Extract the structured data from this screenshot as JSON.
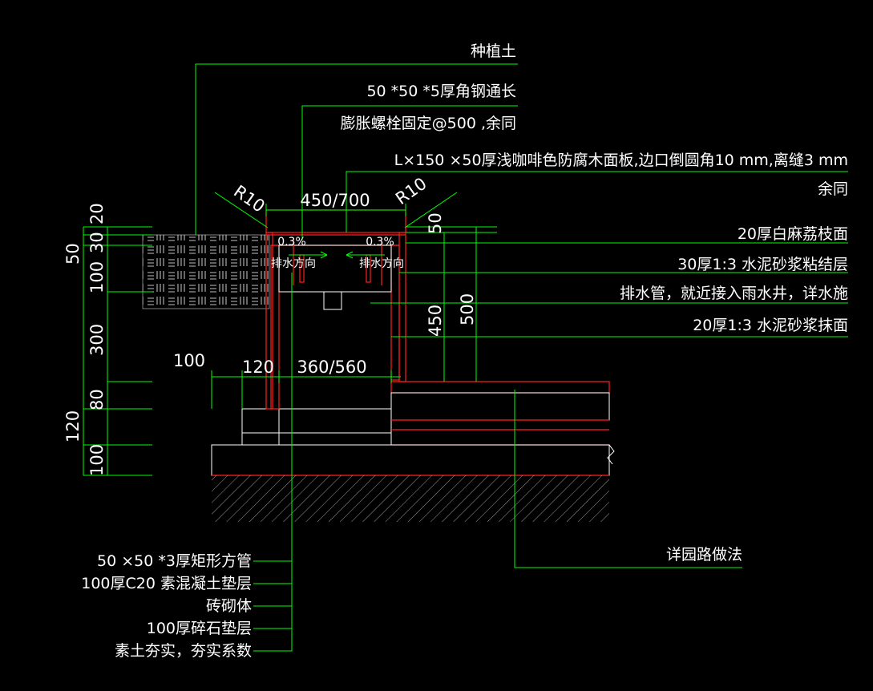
{
  "colors": {
    "background": "#000000",
    "leader": "#00ff00",
    "outline": "#ff2020",
    "text": "#ffffff"
  },
  "labels_top": [
    "种植土",
    "50 *50 *5厚角钢通长",
    "膨胀螺栓固定@500 ,余同",
    "L×150 ×50厚浅咖啡色防腐木面板,边口倒圆角10 mm,离缝3 mm",
    "余同"
  ],
  "labels_right": [
    "20厚白麻荔枝面",
    "30厚1:3 水泥砂浆粘结层",
    "排水管，就近接入雨水井，详水施",
    "20厚1:3 水泥砂浆抹面"
  ],
  "labels_bottom": [
    "50 ×50 *3厚矩形方管",
    "100厚C20 素混凝土垫层",
    "砖砌体",
    "100厚碎石垫层",
    "素土夯实，夯实系数"
  ],
  "label_road": "详园路做法",
  "radius_left": "R10",
  "radius_right": "R10",
  "dim_top_width": "450/700",
  "dim_inner_width": "360/560",
  "dim_offset_100": "100",
  "dim_offset_120": "120",
  "dim_450": "450",
  "dim_500": "500",
  "dim_50_right": "50",
  "slope_left": "0.3%",
  "slope_right": "0.3%",
  "drain_dir_left": "排水方向",
  "drain_dir_right": "排水方向",
  "left_dims_outer": [
    "50",
    "120"
  ],
  "left_dims_inner": [
    "20",
    "30",
    "100",
    "300",
    "80",
    "100"
  ]
}
